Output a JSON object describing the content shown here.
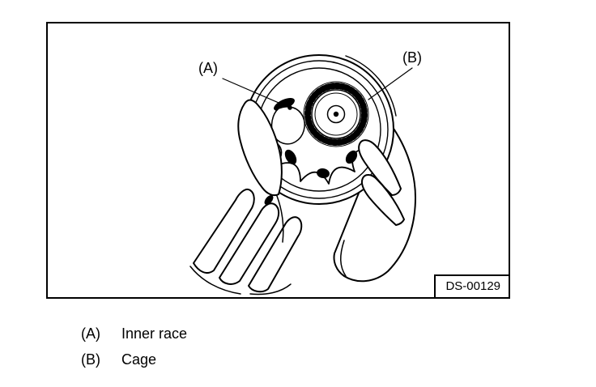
{
  "figure": {
    "code": "DS-00129",
    "callout_a": "(A)",
    "callout_b": "(B)"
  },
  "legend": {
    "items": [
      {
        "key": "(A)",
        "label": "Inner race"
      },
      {
        "key": "(B)",
        "label": "Cage"
      }
    ]
  }
}
